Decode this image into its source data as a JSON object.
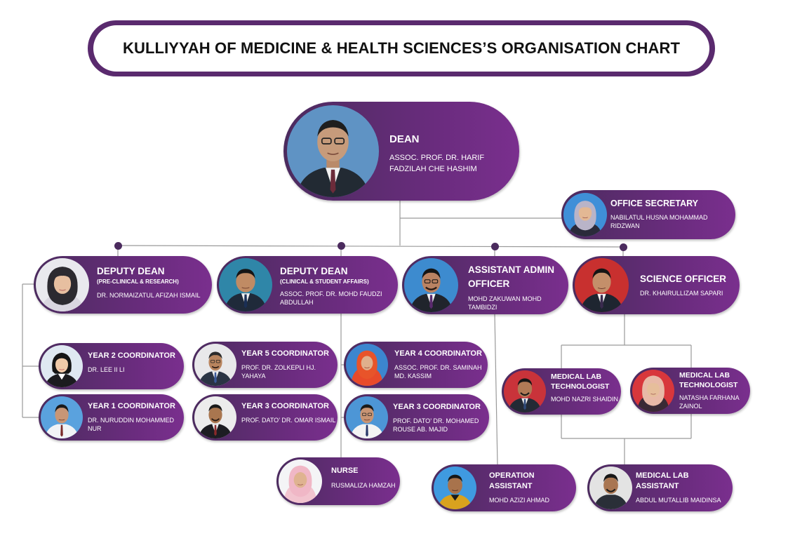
{
  "title": "KULLIYYAH OF MEDICINE & HEALTH SCIENCES’S ORGANISATION CHART",
  "colors": {
    "frame": "#5a2a6e",
    "card_start": "#4b2b5e",
    "card_end": "#7a2f8e",
    "line": "#9a9a9a"
  },
  "nodes": {
    "dean": {
      "role": "DEAN",
      "name": "ASSOC.  PROF. DR. HARIF FADZILAH CHE HASHIM"
    },
    "office_secretary": {
      "role": "OFFICE SECRETARY",
      "name": "NABILATUL HUSNA MOHAMMAD RIDZWAN"
    },
    "deputy_dean_preclinical": {
      "role": "DEPUTY DEAN",
      "sub": "(PRE-CLINICAL & RESEARCH)",
      "name": "DR. NORMAIZATUL AFIZAH ISMAIL"
    },
    "deputy_dean_clinical": {
      "role": "DEPUTY DEAN",
      "sub": "(CLINICAL & STUDENT AFFAIRS)",
      "name": "ASSOC. PROF. DR. MOHD FAUDZI ABDULLAH"
    },
    "assistant_admin_officer": {
      "role": "ASSISTANT ADMIN OFFICER",
      "name": "MOHD ZAKUWAN MOHD TAMBIDZI"
    },
    "science_officer": {
      "role": "SCIENCE OFFICER",
      "name": "DR. KHAIRULLIZAM SAPARI"
    },
    "year2_coordinator": {
      "role": "YEAR 2 COORDINATOR",
      "name": "DR. LEE II LI"
    },
    "year1_coordinator": {
      "role": "YEAR 1 COORDINATOR",
      "name": "DR. NURUDDIN MOHAMMED NUR"
    },
    "year5_coordinator": {
      "role": "YEAR 5 COORDINATOR",
      "name": "PROF. DR. ZOLKEPLI HJ. YAHAYA"
    },
    "year3_coordinator_omar": {
      "role": "YEAR 3 COORDINATOR",
      "name": "PROF. DATO’ DR. OMAR ISMAIL"
    },
    "year4_coordinator": {
      "role": "YEAR 4 COORDINATOR",
      "name": "ASSOC. PROF. DR. SAMINAH MD. KASSIM"
    },
    "year3_coordinator_mohamed": {
      "role": "YEAR 3 COORDINATOR",
      "name": "PROF. DATO’ DR. MOHAMED ROUSE AB. MAJID"
    },
    "nurse": {
      "role": "NURSE",
      "name": "RUSMALIZA HAMZAH"
    },
    "operation_assistant": {
      "role": "OPERATION ASSISTANT",
      "name": "MOHD AZIZI AHMAD"
    },
    "medical_lab_technologist_1": {
      "role": "MEDICAL LAB TECHNOLOGIST",
      "name": "MOHD NAZRI SHAIDIN"
    },
    "medical_lab_technologist_2": {
      "role": "MEDICAL LAB TECHNOLOGIST",
      "name": "NATASHA FARHANA ZAINOL"
    },
    "medical_lab_assistant": {
      "role": "MEDICAL LAB ASSISTANT",
      "name": "ABDUL MUTALLIB MAIDINSA"
    }
  }
}
